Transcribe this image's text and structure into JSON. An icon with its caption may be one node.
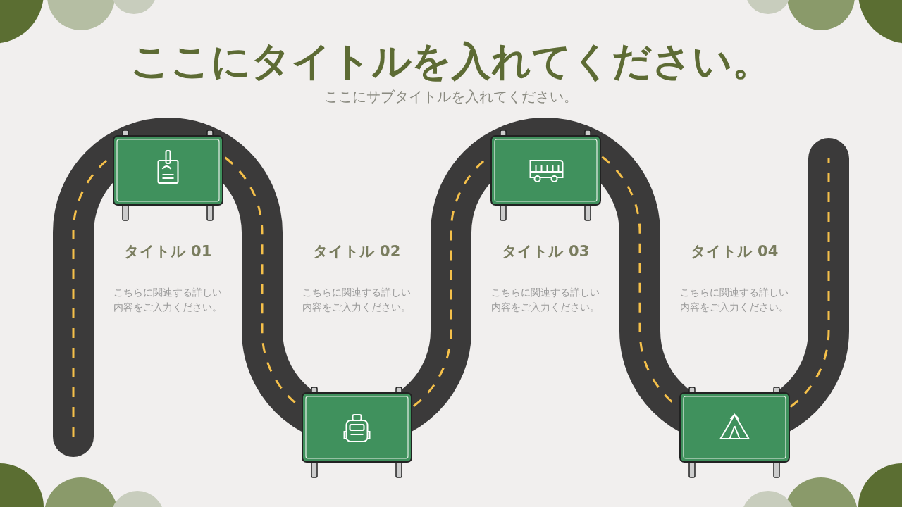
{
  "diagram": {
    "title": "ここにタイトルを入れてください。",
    "nodes": [
      {
        "text": [],
        "shape": "picture"
      },
      {
        "text": [],
        "shape": "picture"
      },
      {
        "text": [],
        "shape": "picture"
      },
      {
        "text": [],
        "shape": "picture"
      }
    ],
    "labels": [
      "ここにサブタイトルを入れてください。",
      "タイトル 01",
      "こちらに関連する詳しい内容をご入力ください。",
      "タイトル 02",
      "こちらに関連する詳しい内容をご入力ください。",
      "タイトル 03",
      "こちらに関連する詳しい内容をご入力ください。",
      "タイトル 04",
      "こちらに関連する詳しい内容をご入力ください。"
    ]
  }
}
